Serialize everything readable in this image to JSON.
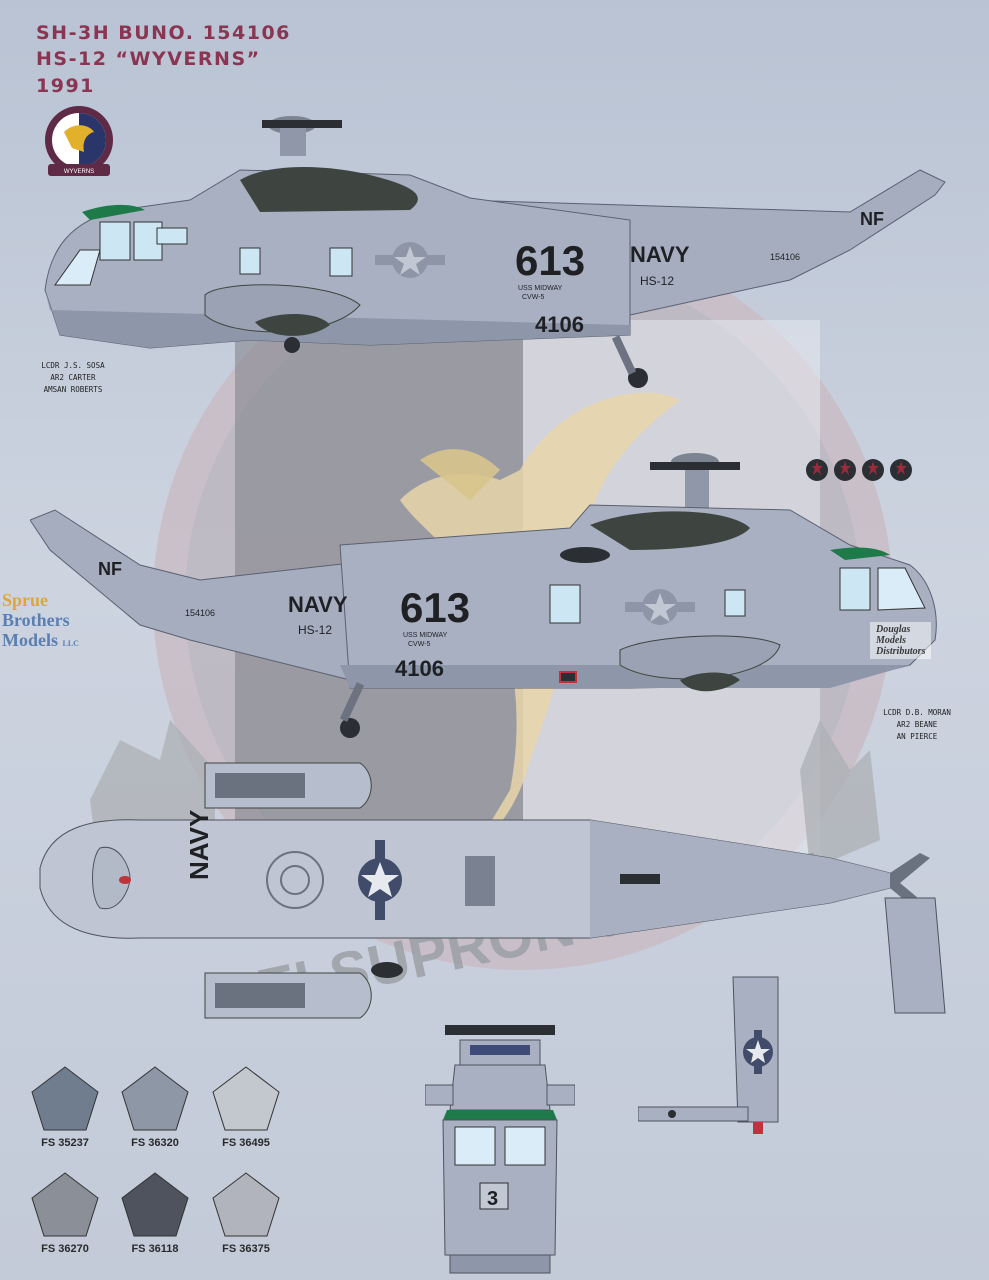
{
  "header": {
    "line1": "SH-3H BUNO. 154106",
    "line2": "HS-12 “WYVERNS”",
    "line3": "1991"
  },
  "insignia": {
    "squadron_text": "HELSUPRON TWELVE",
    "badge_text": "WYVERNS"
  },
  "profile_left": {
    "modex": "613",
    "service": "NAVY",
    "squadron": "HS-12",
    "buno_short": "4106",
    "buno_tail": "154106",
    "ship": "USS MIDWAY",
    "wing": "CVW-5",
    "tail_code": "NF",
    "crew": [
      "LCDR J.S. SOSA",
      "AR2 CARTER",
      "AMSAN ROBERTS"
    ]
  },
  "profile_right": {
    "modex": "613",
    "service": "NAVY",
    "squadron": "HS-12",
    "buno_short": "4106",
    "buno_tail": "154106",
    "ship": "USS MIDWAY",
    "wing": "CVW-5",
    "tail_code": "NF",
    "crew": [
      "LCDR D.B. MORAN",
      "AR2 BEANE",
      "AN PIERCE"
    ]
  },
  "top_view": {
    "service": "NAVY"
  },
  "front_view": {
    "modex": "3"
  },
  "watermarks": {
    "left": [
      "Sprue",
      "Brothers",
      "Models"
    ],
    "left_suffix": "LLC",
    "right": [
      "Douglas",
      "Models",
      "Distributors"
    ]
  },
  "swatches": [
    {
      "label": "FS 35237",
      "color": "#6f7d8f"
    },
    {
      "label": "FS 36320",
      "color": "#8e97a6"
    },
    {
      "label": "FS 36495",
      "color": "#c3c7ce"
    },
    {
      "label": "FS 36270",
      "color": "#8a8f98"
    },
    {
      "label": "FS 36118",
      "color": "#4e535d"
    },
    {
      "label": "FS 36375",
      "color": "#b1b4bc"
    }
  ],
  "colors": {
    "title": "#8a3552",
    "fuselage": "#a8b0c2",
    "fuselage_dark": "#8e96a9",
    "dark_panel": "#3e4540",
    "green_cap": "#1f7a4a",
    "markings": "#1f2024"
  }
}
